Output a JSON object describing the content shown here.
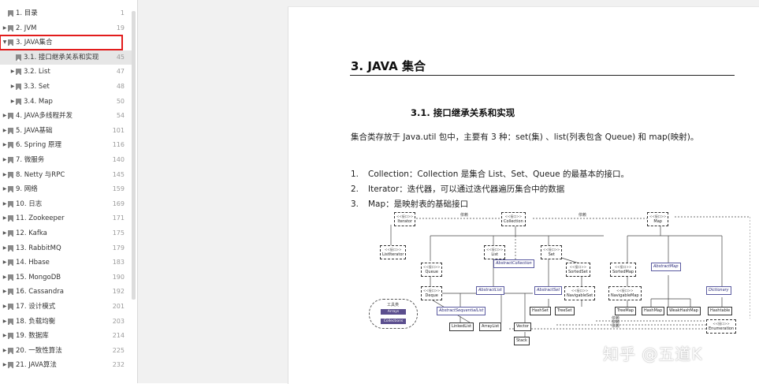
{
  "outline": {
    "items": [
      {
        "label": "1. 目录",
        "page": "1",
        "arrow": "",
        "indent": 0
      },
      {
        "label": "2. JVM",
        "page": "19",
        "arrow": "▶",
        "indent": 0
      },
      {
        "label": "3. JAVA集合",
        "page": "",
        "arrow": "▼",
        "indent": 0,
        "highlight": true
      },
      {
        "label": "3.1. 接口继承关系和实现",
        "page": "45",
        "arrow": "",
        "indent": 1,
        "selected": true
      },
      {
        "label": "3.2. List",
        "page": "47",
        "arrow": "▶",
        "indent": 1
      },
      {
        "label": "3.3. Set",
        "page": "48",
        "arrow": "▶",
        "indent": 1
      },
      {
        "label": "3.4. Map",
        "page": "50",
        "arrow": "▶",
        "indent": 1
      },
      {
        "label": "4. JAVA多线程并发",
        "page": "54",
        "arrow": "▶",
        "indent": 0
      },
      {
        "label": "5. JAVA基础",
        "page": "101",
        "arrow": "▶",
        "indent": 0
      },
      {
        "label": "6. Spring 原理",
        "page": "116",
        "arrow": "▶",
        "indent": 0
      },
      {
        "label": "7.  微服务",
        "page": "140",
        "arrow": "▶",
        "indent": 0
      },
      {
        "label": "8. Netty 与RPC",
        "page": "145",
        "arrow": "▶",
        "indent": 0
      },
      {
        "label": "9. 网络",
        "page": "159",
        "arrow": "▶",
        "indent": 0
      },
      {
        "label": "10. 日志",
        "page": "169",
        "arrow": "▶",
        "indent": 0
      },
      {
        "label": "11. Zookeeper",
        "page": "171",
        "arrow": "▶",
        "indent": 0
      },
      {
        "label": "12. Kafka",
        "page": "175",
        "arrow": "▶",
        "indent": 0
      },
      {
        "label": "13. RabbitMQ",
        "page": "179",
        "arrow": "▶",
        "indent": 0
      },
      {
        "label": "14. Hbase",
        "page": "183",
        "arrow": "▶",
        "indent": 0
      },
      {
        "label": "15. MongoDB",
        "page": "190",
        "arrow": "▶",
        "indent": 0
      },
      {
        "label": "16. Cassandra",
        "page": "192",
        "arrow": "▶",
        "indent": 0
      },
      {
        "label": "17. 设计模式",
        "page": "201",
        "arrow": "▶",
        "indent": 0
      },
      {
        "label": "18. 负载均衡",
        "page": "203",
        "arrow": "▶",
        "indent": 0
      },
      {
        "label": "19. 数据库",
        "page": "214",
        "arrow": "▶",
        "indent": 0
      },
      {
        "label": "20. 一致性算法",
        "page": "225",
        "arrow": "▶",
        "indent": 0
      },
      {
        "label": "21. JAVA算法",
        "page": "232",
        "arrow": "▶",
        "indent": 0
      }
    ]
  },
  "document": {
    "h1": "3. JAVA 集合",
    "h2": "3.1. 接口继承关系和实现",
    "intro": "集合类存放于 Java.util 包中，主要有 3 种：set(集) 、list(列表包含 Queue) 和 map(映射)。",
    "list": [
      {
        "num": "1.",
        "text": "Collection：Collection 是集合 List、Set、Queue 的最基本的接口。"
      },
      {
        "num": "2.",
        "text": "Iterator：迭代器，可以通过迭代器遍历集合中的数据"
      },
      {
        "num": "3.",
        "text": "Map：是映射表的基础接口"
      }
    ]
  },
  "diagram": {
    "stereo": "<<接口>>",
    "nodes": {
      "iterator": "Iterator",
      "collection": "Collection",
      "map": "Map",
      "listiterator": "ListIterator",
      "list": "List",
      "set": "Set",
      "queue": "Queue",
      "abstractcollection": "AbstractCollection",
      "sortedset": "SortedSet",
      "sortedmap": "SortedMap",
      "abstractmap": "AbstractMap",
      "deque": "Deque",
      "abstractlist": "AbstractList",
      "abstractset": "AbstractSet",
      "navigableset": "NavigableSet",
      "navigablemap": "NavigableMap",
      "dictionary": "Dictionary",
      "abstractsequentiallist": "AbstractSequentialList",
      "linkedlist": "LinkedList",
      "arraylist": "ArrayList",
      "vector": "Vector",
      "stack": "Stack",
      "hashset": "HashSet",
      "treeset": "TreeSet",
      "treemap": "TreeMap",
      "hashmap": "HashMap",
      "weakhashmap": "WeakHashMap",
      "hashtable": "Hashtable",
      "enumeration": "Enumeration"
    },
    "edge_labels": {
      "dep": "依赖"
    },
    "legend": {
      "title": "工具类",
      "arrays": "Arrays",
      "collections": "Collections"
    }
  },
  "watermark": "知乎 @五道K"
}
